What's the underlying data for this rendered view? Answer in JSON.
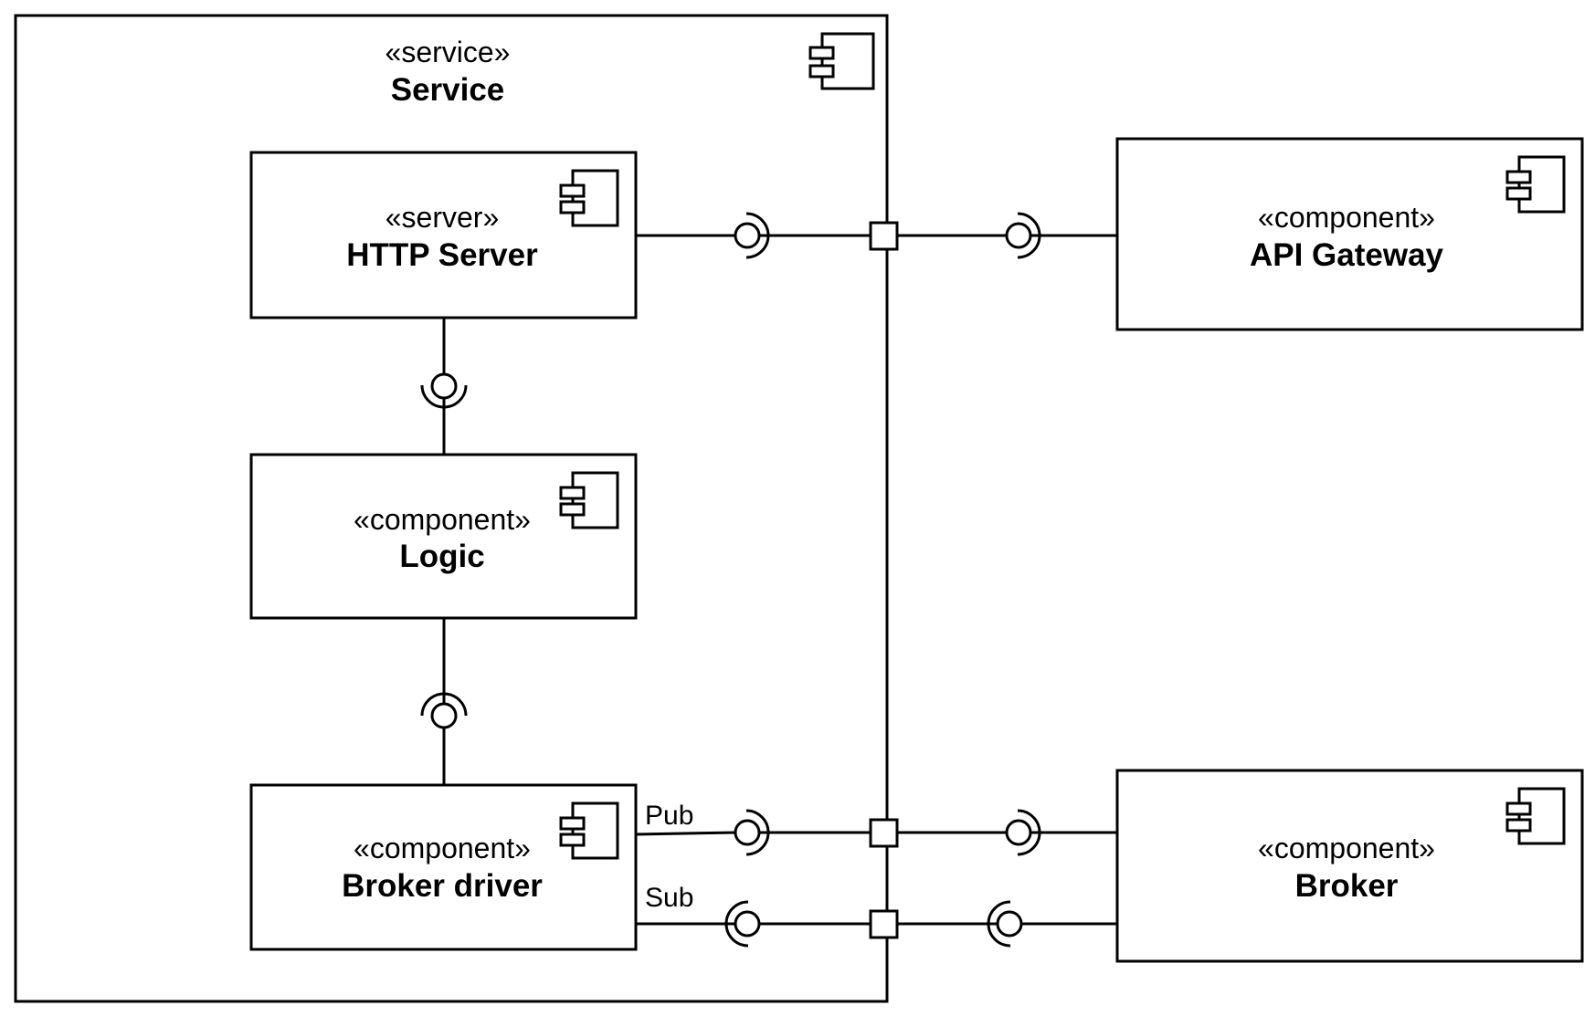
{
  "service": {
    "stereotype": "«service»",
    "name": "Service"
  },
  "components": {
    "http_server": {
      "stereotype": "«server»",
      "name": "HTTP Server"
    },
    "logic": {
      "stereotype": "«component»",
      "name": "Logic"
    },
    "broker_driver": {
      "stereotype": "«component»",
      "name": "Broker driver"
    },
    "api_gateway": {
      "stereotype": "«component»",
      "name": "API Gateway"
    },
    "broker": {
      "stereotype": "«component»",
      "name": "Broker"
    }
  },
  "ports": {
    "pub_label": "Pub",
    "sub_label": "Sub"
  },
  "icons": {
    "component": "component-icon",
    "provided_interface": "lollipop-interface-icon",
    "required_interface": "socket-interface-icon",
    "port": "port-square-icon"
  }
}
